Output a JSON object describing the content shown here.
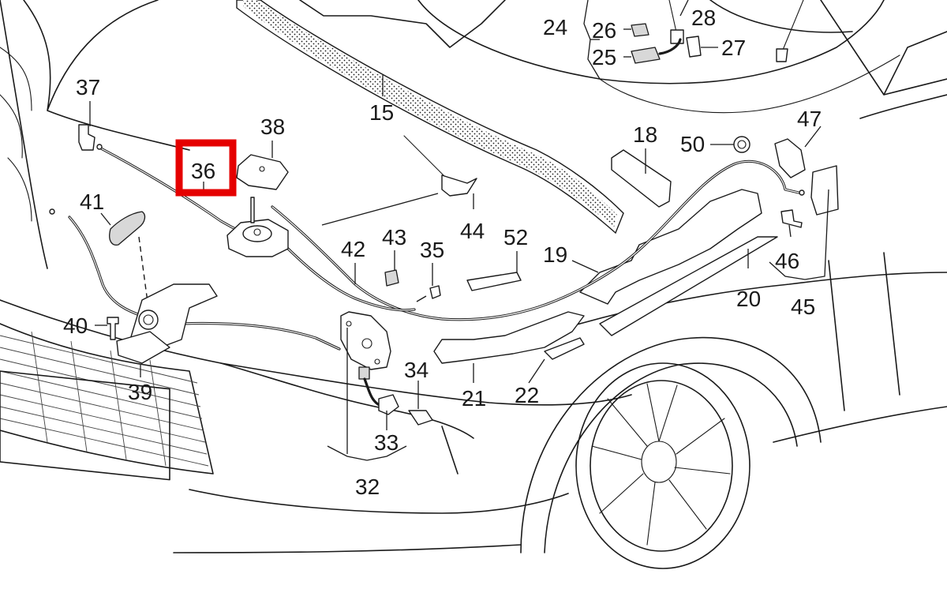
{
  "callouts": {
    "c15": "15",
    "c18": "18",
    "c19": "19",
    "c20": "20",
    "c21": "21",
    "c22": "22",
    "c24": "24",
    "c25": "25",
    "c26": "26",
    "c27": "27",
    "c28": "28",
    "c32": "32",
    "c33": "33",
    "c34": "34",
    "c35": "35",
    "c36": "36",
    "c37": "37",
    "c38": "38",
    "c39": "39",
    "c40": "40",
    "c41": "41",
    "c42": "42",
    "c43": "43",
    "c44": "44",
    "c45": "45",
    "c46": "46",
    "c47": "47",
    "c50": "50",
    "c52": "52"
  },
  "highlighted_callout": "36",
  "colors": {
    "ink": "#1a1a1a",
    "highlight": "#e50000",
    "background": "#ffffff"
  }
}
